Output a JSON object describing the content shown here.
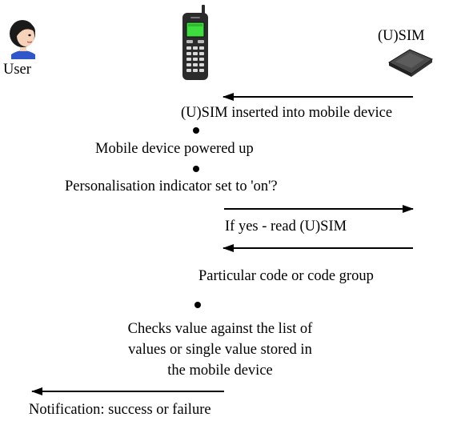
{
  "actors": {
    "user_label": "User",
    "sim_label": "(U)SIM"
  },
  "steps": {
    "sim_inserted": "(U)SIM inserted into mobile device",
    "powered_up": "Mobile device powered up",
    "indicator_check": "Personalisation indicator set to 'on'?",
    "read_sim": "If yes - read (U)SIM",
    "code_group": "Particular code or code group",
    "checks_line1": "Checks value against the list of",
    "checks_line2": "values or single value stored in",
    "checks_line3": "the mobile device",
    "notification": "Notification: success or failure"
  },
  "colors": {
    "phone_body": "#2b2b2b",
    "phone_screen": "#3fdc3f",
    "skin": "#f6d3b8",
    "hair": "#1a1a1a",
    "shirt": "#2f57c9",
    "sim_card": "#3a3a3a"
  }
}
